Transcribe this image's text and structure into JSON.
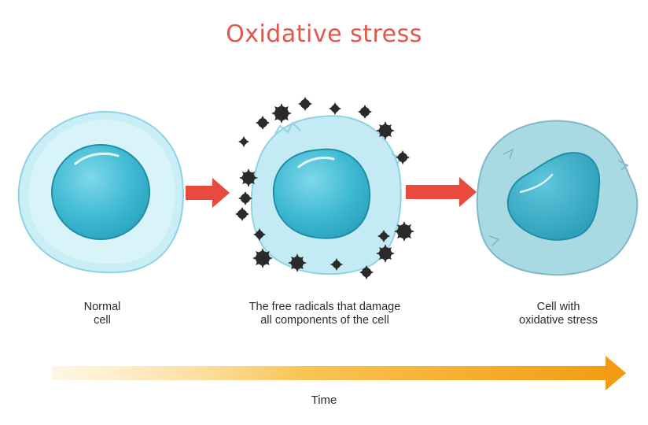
{
  "title": "Oxidative stress",
  "stages": [
    {
      "lines": [
        "Normal",
        "cell"
      ]
    },
    {
      "lines": [
        "The free radicals that damage",
        "all components of the cell"
      ]
    },
    {
      "lines": [
        "Cell with",
        "oxidative stress"
      ]
    }
  ],
  "time_label": "Time",
  "colors": {
    "title": "#e2574c",
    "arrow": "#e84a3d",
    "time_arrow": "#f5a623",
    "cell_membrane": "#c8eef6",
    "nucleus": "#4fc3da",
    "damaged_cell": "#a8d8e0",
    "radical": "#2a2a2a"
  }
}
